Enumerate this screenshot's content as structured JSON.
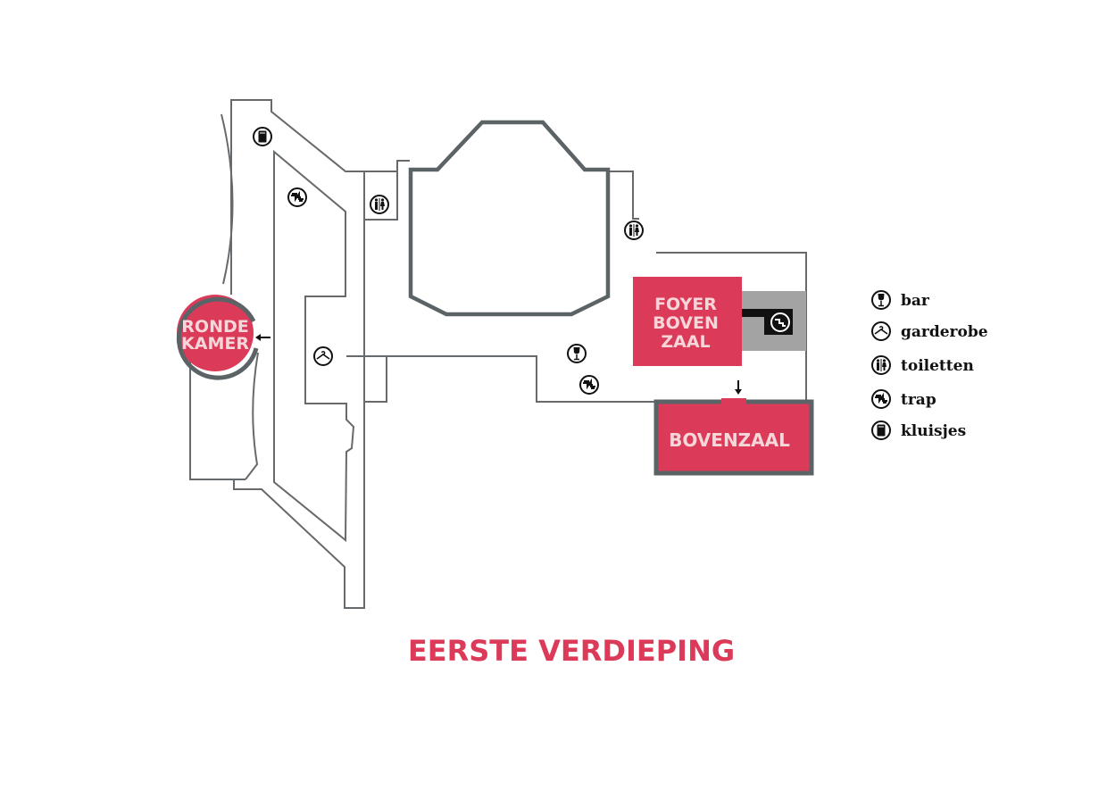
{
  "title": "EERSTE VERDIEPING",
  "rooms": {
    "ronde_kamer": [
      "RONDE",
      "KAMER"
    ],
    "foyer": [
      "FOYER",
      "BOVEN",
      "ZAAL"
    ],
    "bovenzaal": "BOVENZAAL"
  },
  "legend": [
    {
      "icon": "bar-icon",
      "label": "bar"
    },
    {
      "icon": "garderobe-icon",
      "label": "garderobe"
    },
    {
      "icon": "toilet-icon",
      "label": "toiletten"
    },
    {
      "icon": "stairs-icon",
      "label": "trap"
    },
    {
      "icon": "locker-icon",
      "label": "kluisjes"
    }
  ],
  "colors": {
    "accent": "#db3a59",
    "wall": "#666a6c",
    "label": "#f7d6d9",
    "stairwell": "#a3a3a3"
  }
}
